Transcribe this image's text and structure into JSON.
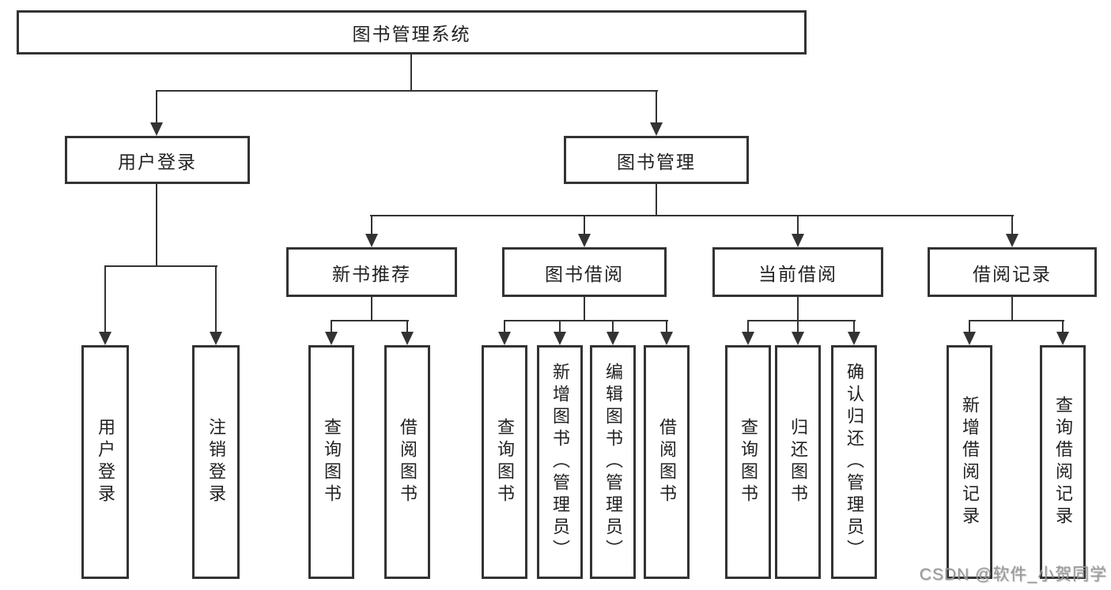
{
  "tree": {
    "root": {
      "label": "图书管理系统",
      "children": [
        {
          "label": "用户登录",
          "children": [
            {
              "label": "用户登录"
            },
            {
              "label": "注销登录"
            }
          ]
        },
        {
          "label": "图书管理",
          "children": [
            {
              "label": "新书推荐",
              "children": [
                {
                  "label": "查询图书"
                },
                {
                  "label": "借阅图书"
                }
              ]
            },
            {
              "label": "图书借阅",
              "children": [
                {
                  "label": "查询图书"
                },
                {
                  "label": "新增图书（管理员）"
                },
                {
                  "label": "编辑图书（管理员）"
                },
                {
                  "label": "借阅图书"
                }
              ]
            },
            {
              "label": "当前借阅",
              "children": [
                {
                  "label": "查询图书"
                },
                {
                  "label": "归还图书"
                },
                {
                  "label": "确认归还（管理员）"
                }
              ]
            },
            {
              "label": "借阅记录",
              "children": [
                {
                  "label": "新增借阅记录"
                },
                {
                  "label": "查询借阅记录"
                }
              ]
            }
          ]
        }
      ]
    }
  },
  "watermark": {
    "text": "CSDN @软件_小贺同学"
  },
  "colors": {
    "line": "#333333",
    "box_border": "#333333",
    "text": "#222222",
    "watermark": "#999999",
    "background": "#ffffff"
  }
}
